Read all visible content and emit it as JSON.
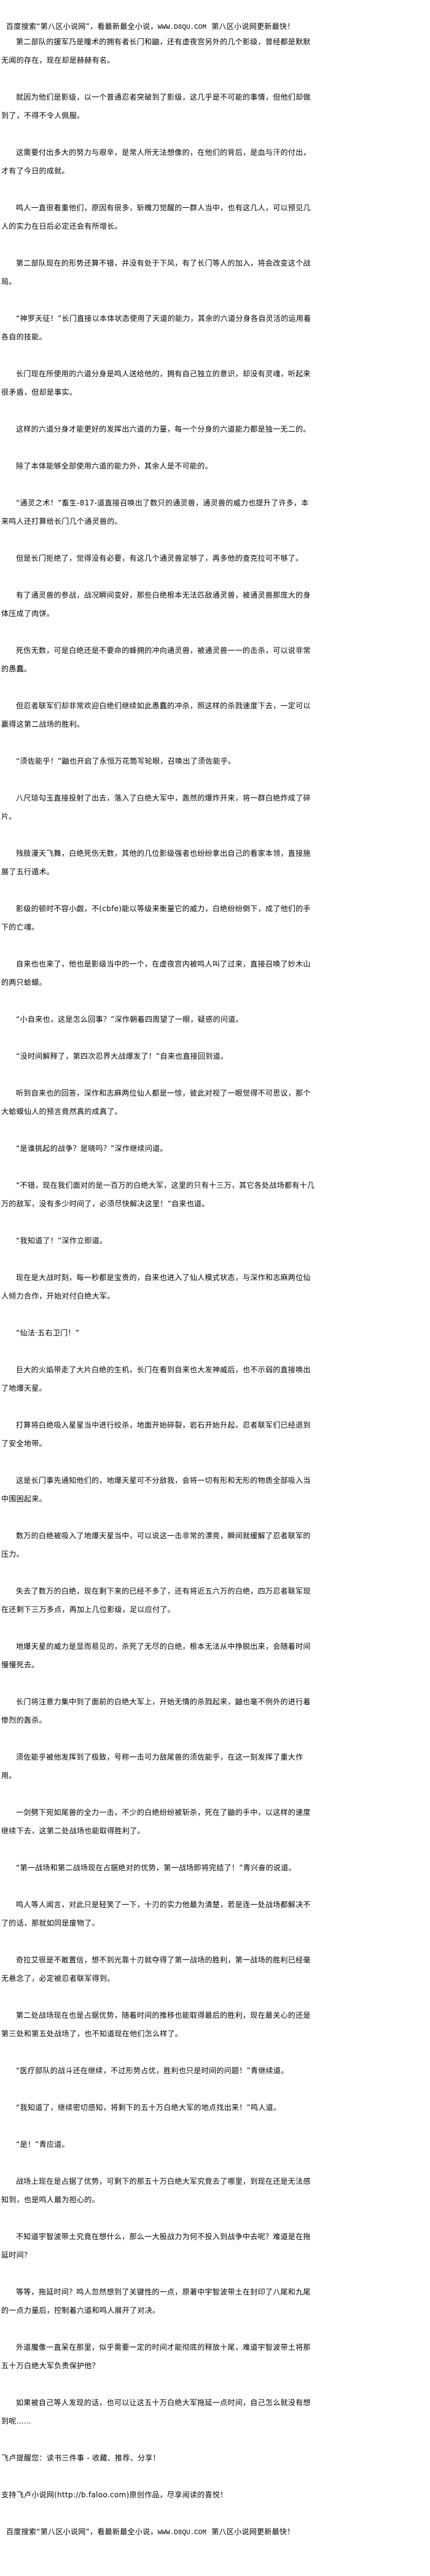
{
  "header": {
    "notice_prefix": "百度搜索“第八区小说网”，看最新最全小说，",
    "notice_url": "WWW.D8QU.COM",
    "notice_suffix": "  第八区小说网更新最快！"
  },
  "paragraphs": [
    "第二部队的援军乃是瞳术的拥有者长门和鼬，还有虚夜宫另外的几个影级，曾经都是默默无闻的存在，现在却是赫赫有名。",
    "就因为他们是影级，以一个普通忍者突破到了影级，这几乎是不可能的事情，但他们却做到了，不得不令人佩服。",
    "这需要付出多大的努力与艰辛，是常人所无法想像的，在他们的背后，是血与汗的付出，才有了今日的成就。",
    "鸣人一直很看重他们，原因有很多，斩魄刀觉醒的一群人当中，也有这几人，可以预见几人的实力在日后必定还会有所增长。",
    "第二部队现在的形势还算不错，并没有处于下风，有了长门等人的加入，将会改变这个战局。",
    "“神罗天征！”长门直接以本体状态使用了天道的能力，其余的六道分身各自灵活的运用着各自的技能。",
    "长门现在所使用的六道分身是鸣人送给他的，拥有自己独立的意识，却没有灵魂，听起来很矛盾，但却是事实。",
    "这样的六道分身才能更好的发挥出六道的力量，每一个分身的六道能力都是独一无二的。",
    "除了本体能够全部使用六道的能力外，其余人是不可能的。",
    "“通灵之术！”畜生-817-道直接召唤出了数只的通灵兽，通灵兽的威力也提升了许多，本来鸣人还打算给长门几个通灵兽的。",
    "但是长门拒绝了，觉得没有必要，有这几个通灵兽足够了，再多他的查克拉可不够了。",
    "有了通灵兽的参战，战况瞬间变好，那些白绝根本无法匹敌通灵兽，被通灵兽那庞大的身体压成了肉饼。",
    "死伤无数，可是白绝还是不要命的蜂拥的冲向通灵兽，被通灵兽一一的击杀，可以说非常的愚蠢。",
    "但忍者联军们却非常欢迎白绝们继续如此愚蠢的冲杀，照这样的杀戮速度下去，一定可以赢得这第二战场的胜利。",
    "“须佐能乎！”鼬也开启了永恒万花筒写轮眼，召唤出了须佐能乎。",
    "八尺琼勾玉直接投射了出去，落入了白绝大军中，轰然的爆炸开来，将一群白绝炸成了碎片。",
    "残肢漫天飞舞，白绝死伤无数，其他的几位影级强者也纷纷拿出自己的看家本领，直接施展了五行遁术。",
    "影级的顿时不容小觑，不(cbfe)能以等级来衡量它的威力，白绝纷纷倒下，成了他们的手下的亡魂。",
    "自来也也来了，他也是影级当中的一个，在虚夜宫内被鸣人叫了过来，直接召唤了妙木山的两只蛤蟆。",
    "“小自来也，这是怎么回事？”深作朝着四周望了一眼，疑惑的问道。",
    "“没时间解释了，第四次忍界大战爆发了！”自来也直接回到道。",
    "听到自来也的回答，深作和志麻两位仙人都是一惊，彼此对视了一眼觉得不可思议，那个大蛤蟆仙人的预言竟然真的成真了。",
    "“是谁挑起的战争？是晓吗？”深作继续问道。",
    "“不错，现在我们面对的是一百万的白绝大军，这里的只有十三万，其它各处战场都有十几万的敌军，没有多少时间了，必须尽快解决这里！”自来也道。",
    "“我知道了！”深作立即道。",
    "现在是大战时刻，每一秒都是宝贵的，自来也进入了仙人模式状态，与深作和志麻两位仙人倾力合作，开始对付白绝大军。",
    "“仙法·五右卫门！”",
    "巨大的火焰带走了大片白绝的生机，长门在看到自来也大发神威后，也不示弱的直接唤出了地爆天星。",
    "打算将白绝吸入星星当中进行绞杀，地面开始碎裂，岩石开始升起，忍者联军们已经退到了安全地带。",
    "这是长门事先通知他们的，地爆天星可不分敌我，会将一切有形和无形的物质全部吸入当中围困起来。",
    "数万的白绝被吸入了地爆天星当中，可以说这一击非常的漂亮，瞬间就缓解了忍者联军的压力。",
    "失去了数万的白绝，现在剩下来的已经不多了，还有将近五六万的白绝，四万忍者联军现在还剩下三万多点，再加上几位影级，足以应付了。",
    "地爆天星的威力是显而易见的，杀死了无尽的白绝，根本无法从中挣脱出来，会随着时间慢慢死去。",
    "长门将注意力集中到了面前的白绝大军上，开始无情的杀戮起来，鼬也毫不例外的进行着惨烈的轰杀。",
    "须佐能乎被他发挥到了极致，号称一击可力敌尾兽的须佐能乎，在这一刻发挥了重大作用。",
    "一剑劈下宛如尾兽的全力一击，不少的白绝纷纷被斩杀，死在了鼬的手中，以这样的速度继续下去，这第二处战场也能取得胜利了。",
    "“第一战场和第二战场现在占据绝对的优势，第一战场即将完结了！”青兴奋的说道。",
    "鸣人等人闻言，对此只是轻笑了一下，十刃的实力他最为清楚，若是连一处战场都解决不了的话，那就如同是废物了。",
    "奇拉艾很是不敢置信，想不到光靠十刃就夺得了第一战场的胜利，第一战场的胜利已经毫无悬念了，必定被忍者联军得到。",
    "第二处战场现在也是占据优势，随着时间的推移也能取得最后的胜利，现在最关心的还是第三处和第五处战场了，也不知道现在他们怎么样了。",
    "“医疗部队的战斗还在继续，不过形势占优，胜利也只是时间的问题！”青继续道。",
    "“我知道了，继续密切感知，将剩下的五十万白绝大军的地点找出来！”鸣人道。",
    "“是！”青应道。",
    "战场上现在是占据了优势，可剩下的那五十万白绝大军究竟去了哪里，到现在还是无法感知到，也是鸣人最为担心的。",
    "不知道宇智波带土究竟在想什么，那么一大股战力为何不投入到战争中去呢？难道是在拖延时间？",
    "等等，拖延时间？鸣人忽然想到了关键性的一点，原著中宇智波带土在封印了八尾和九尾的一点力量后，控制着六道和鸣人展开了对决。",
    "外道魔像一直呆在那里，似乎需要一定的时间才能彻底的释放十尾，难道宇智波带土将那五十万白绝大军负责保护他？",
    "如果被自己等人发现的话，也可以让这五十万白绝大军拖延一点时间，自己怎么就没有想到呢……"
  ],
  "footer": {
    "reminder": "飞卢提醒您：读书三件事 - 收藏、推荐、分享！",
    "support": "支持飞卢小说网(http://b.faloo.com)原创作品，尽享阅读的喜悦！",
    "notice_prefix": "百度搜索“第八区小说网”，看最新最全小说，",
    "notice_url": "WWW.D8QU.COM",
    "notice_suffix": "  第八区小说网更新最快！"
  }
}
